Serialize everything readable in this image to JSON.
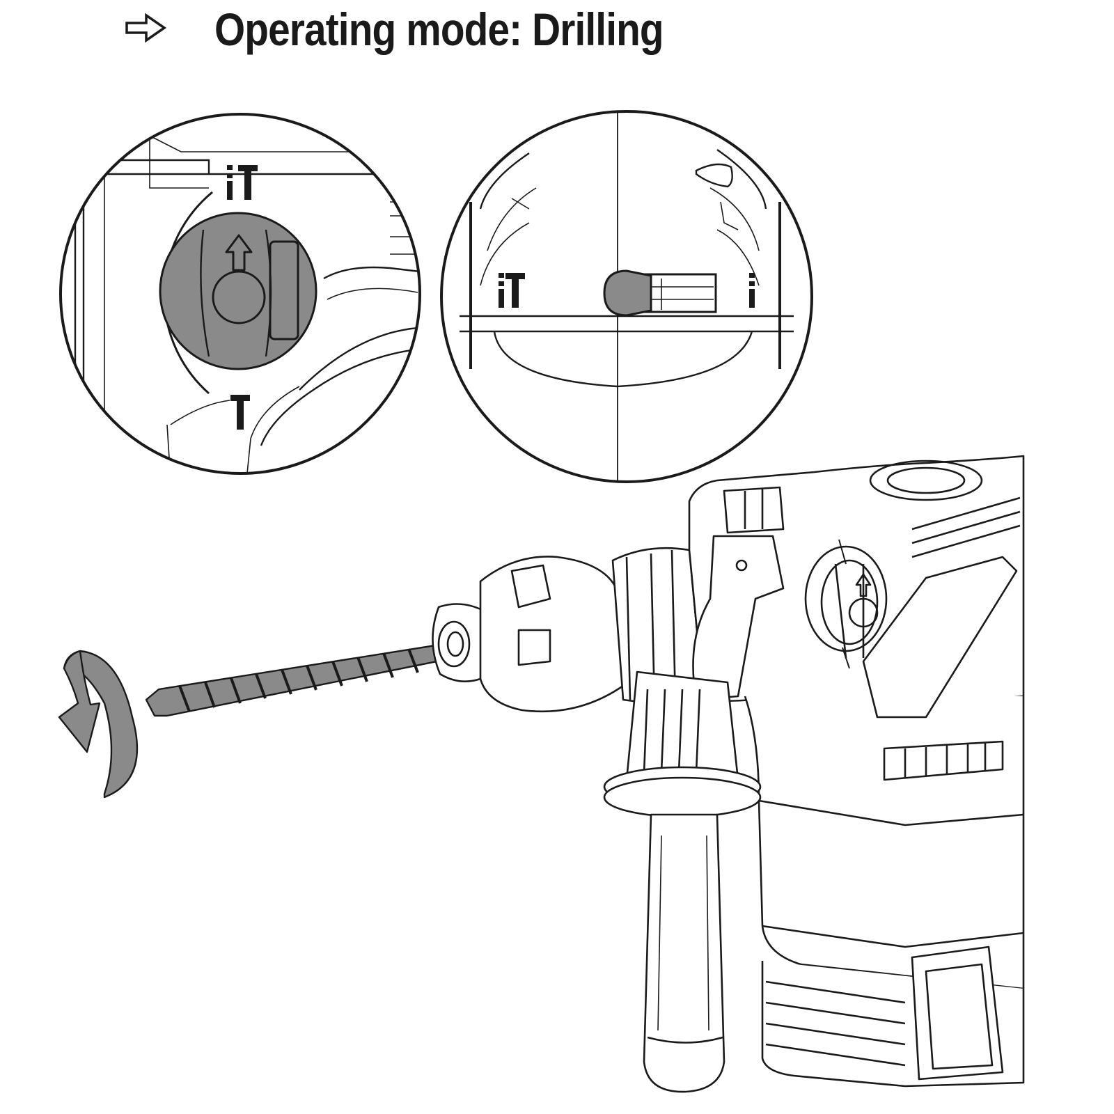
{
  "header": {
    "arrow_icon": "hollow-right-arrow-icon",
    "title": "Operating mode: Drilling"
  },
  "callouts": [
    {
      "name": "mode-selector-dial-detail",
      "shows": "dial pointer set to drilling symbol"
    },
    {
      "name": "mode-lock-lever-detail",
      "shows": "lever moved toward drilling position"
    }
  ],
  "symbols": [
    "drill-hammer-symbol",
    "hammer-symbol",
    "drill-symbol"
  ],
  "colors": {
    "line": "#1a1a1a",
    "fill_gray": "#8a8a8a",
    "background": "#ffffff"
  }
}
